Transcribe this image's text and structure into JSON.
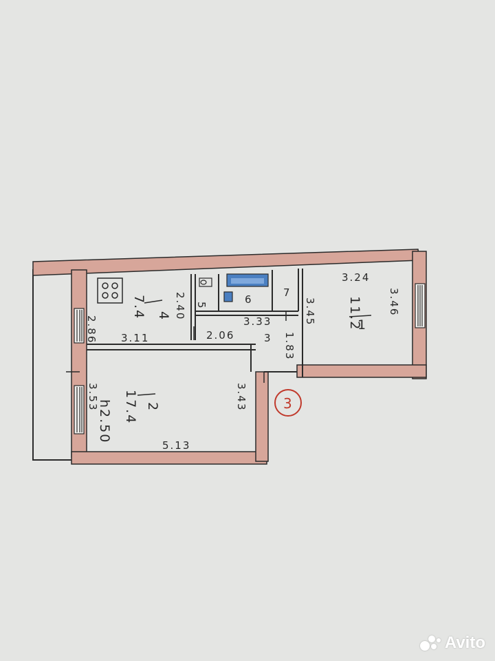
{
  "plan": {
    "colors": {
      "paper": "#e4e5e3",
      "wall_fill": "#d7a69a",
      "line": "#2a2a2a",
      "stamp": "#c0392b",
      "bath": "#4a7fc1"
    },
    "dimensions": {
      "room1_top": "3.24",
      "room1_side": "3.46",
      "room4_h": "2.40",
      "room4_left": "2.86",
      "room4_bottom": "3.11",
      "hall_top": "3.33",
      "hall_bottom": "2.06",
      "bath_side": "3.45",
      "hall_side": "1.83",
      "room2_left": "3.53",
      "room2_right": "3.43",
      "room2_bottom": "5.13"
    },
    "rooms": {
      "room1_no": "1",
      "room1_area": "11.2",
      "room2_no": "2",
      "room2_area": "17.4",
      "room2_height": "h2.50",
      "room3_no": "3",
      "room4_no": "4",
      "room4_area": "7.4",
      "room5_no": "5",
      "room6_no": "6",
      "room7_no": "7"
    },
    "stamp": "3"
  },
  "watermark": {
    "text": "Avito"
  }
}
